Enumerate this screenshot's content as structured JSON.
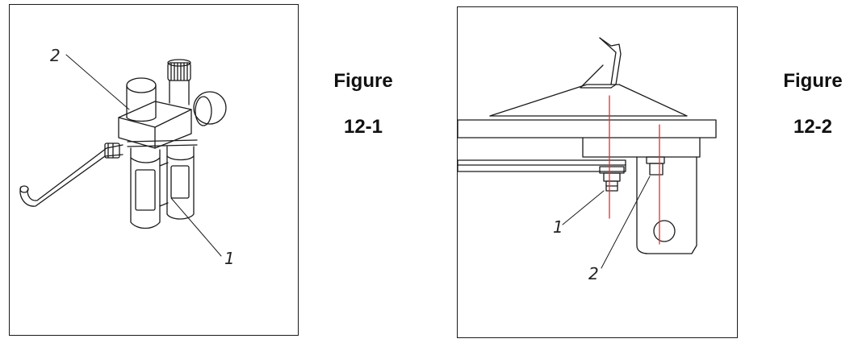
{
  "figure1": {
    "caption_word": "Figure",
    "caption_number": "12-1",
    "callouts": [
      "1",
      "2"
    ]
  },
  "figure2": {
    "caption_word": "Figure",
    "caption_number": "12-2",
    "callouts": [
      "1",
      "2"
    ]
  },
  "colors": {
    "line": "#1a1a1a",
    "guide_line": "#e03030"
  }
}
